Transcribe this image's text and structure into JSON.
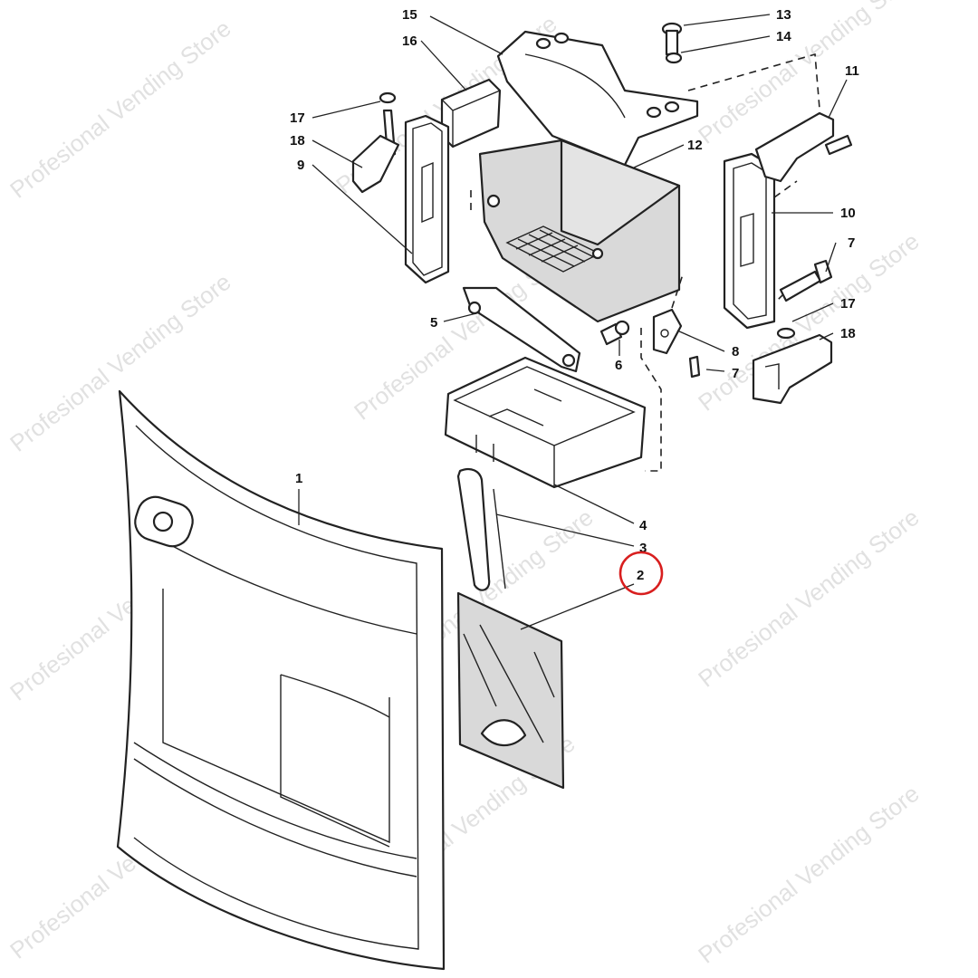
{
  "diagram": {
    "callouts": [
      {
        "id": "c1",
        "label": "1"
      },
      {
        "id": "c2",
        "label": "2",
        "highlighted": true
      },
      {
        "id": "c3",
        "label": "3"
      },
      {
        "id": "c4",
        "label": "4"
      },
      {
        "id": "c5",
        "label": "5"
      },
      {
        "id": "c6",
        "label": "6"
      },
      {
        "id": "c7a",
        "label": "7"
      },
      {
        "id": "c7b",
        "label": "7"
      },
      {
        "id": "c8",
        "label": "8"
      },
      {
        "id": "c9",
        "label": "9"
      },
      {
        "id": "c10",
        "label": "10"
      },
      {
        "id": "c11",
        "label": "11"
      },
      {
        "id": "c12",
        "label": "12"
      },
      {
        "id": "c13",
        "label": "13"
      },
      {
        "id": "c14",
        "label": "14"
      },
      {
        "id": "c15",
        "label": "15"
      },
      {
        "id": "c16",
        "label": "16"
      },
      {
        "id": "c17a",
        "label": "17"
      },
      {
        "id": "c17b",
        "label": "17"
      },
      {
        "id": "c18a",
        "label": "18"
      },
      {
        "id": "c18b",
        "label": "18"
      }
    ],
    "highlight_color": "#d81e1e",
    "watermark_text": "Profesional Vending Store"
  }
}
